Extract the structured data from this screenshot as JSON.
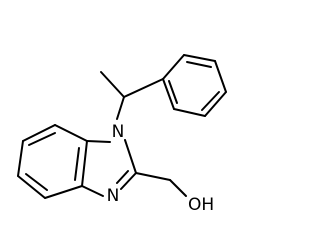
{
  "molecule": {
    "atom_labels": {
      "n1": "N",
      "n3": "N",
      "oh": "OH"
    }
  },
  "colors": {
    "bond": "#000000",
    "label": "#000000",
    "background": "#ffffff"
  }
}
